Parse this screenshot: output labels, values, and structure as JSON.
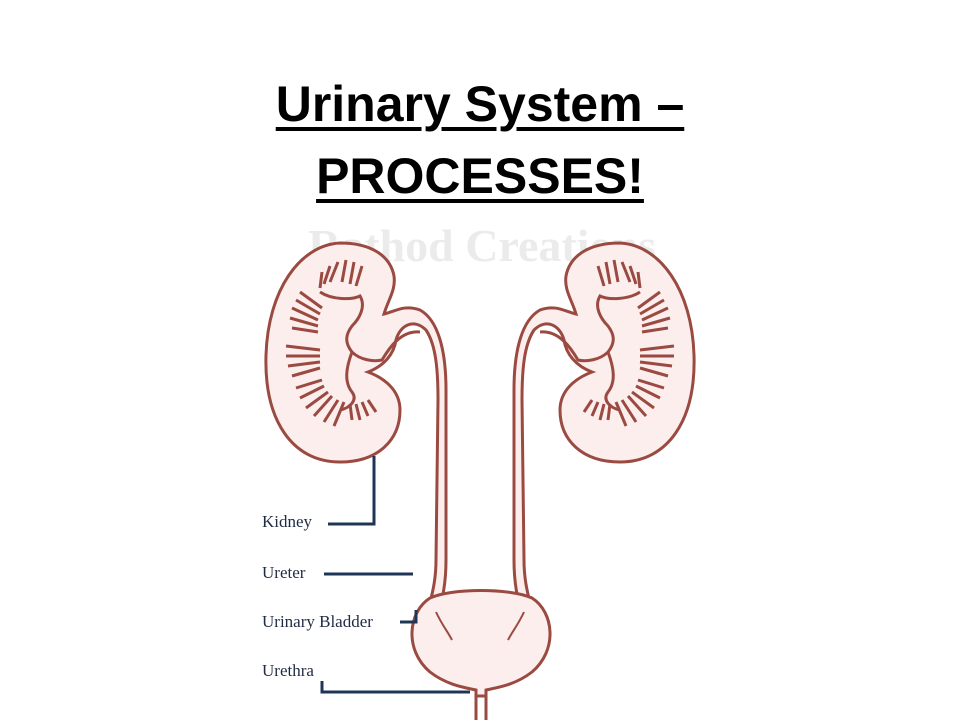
{
  "title": {
    "line1": "Urinary System –",
    "line2": "PROCESSES!"
  },
  "watermark": "Rathod Creations",
  "labels": {
    "kidney": "Kidney",
    "ureter": "Ureter",
    "bladder": "Urinary Bladder",
    "urethra": "Urethra"
  },
  "colors": {
    "organ_outline": "#9b4a42",
    "organ_fill": "#fbeeec",
    "leader_line": "#1f3556",
    "label_text": "#1f2a44",
    "title_text": "#000000"
  }
}
